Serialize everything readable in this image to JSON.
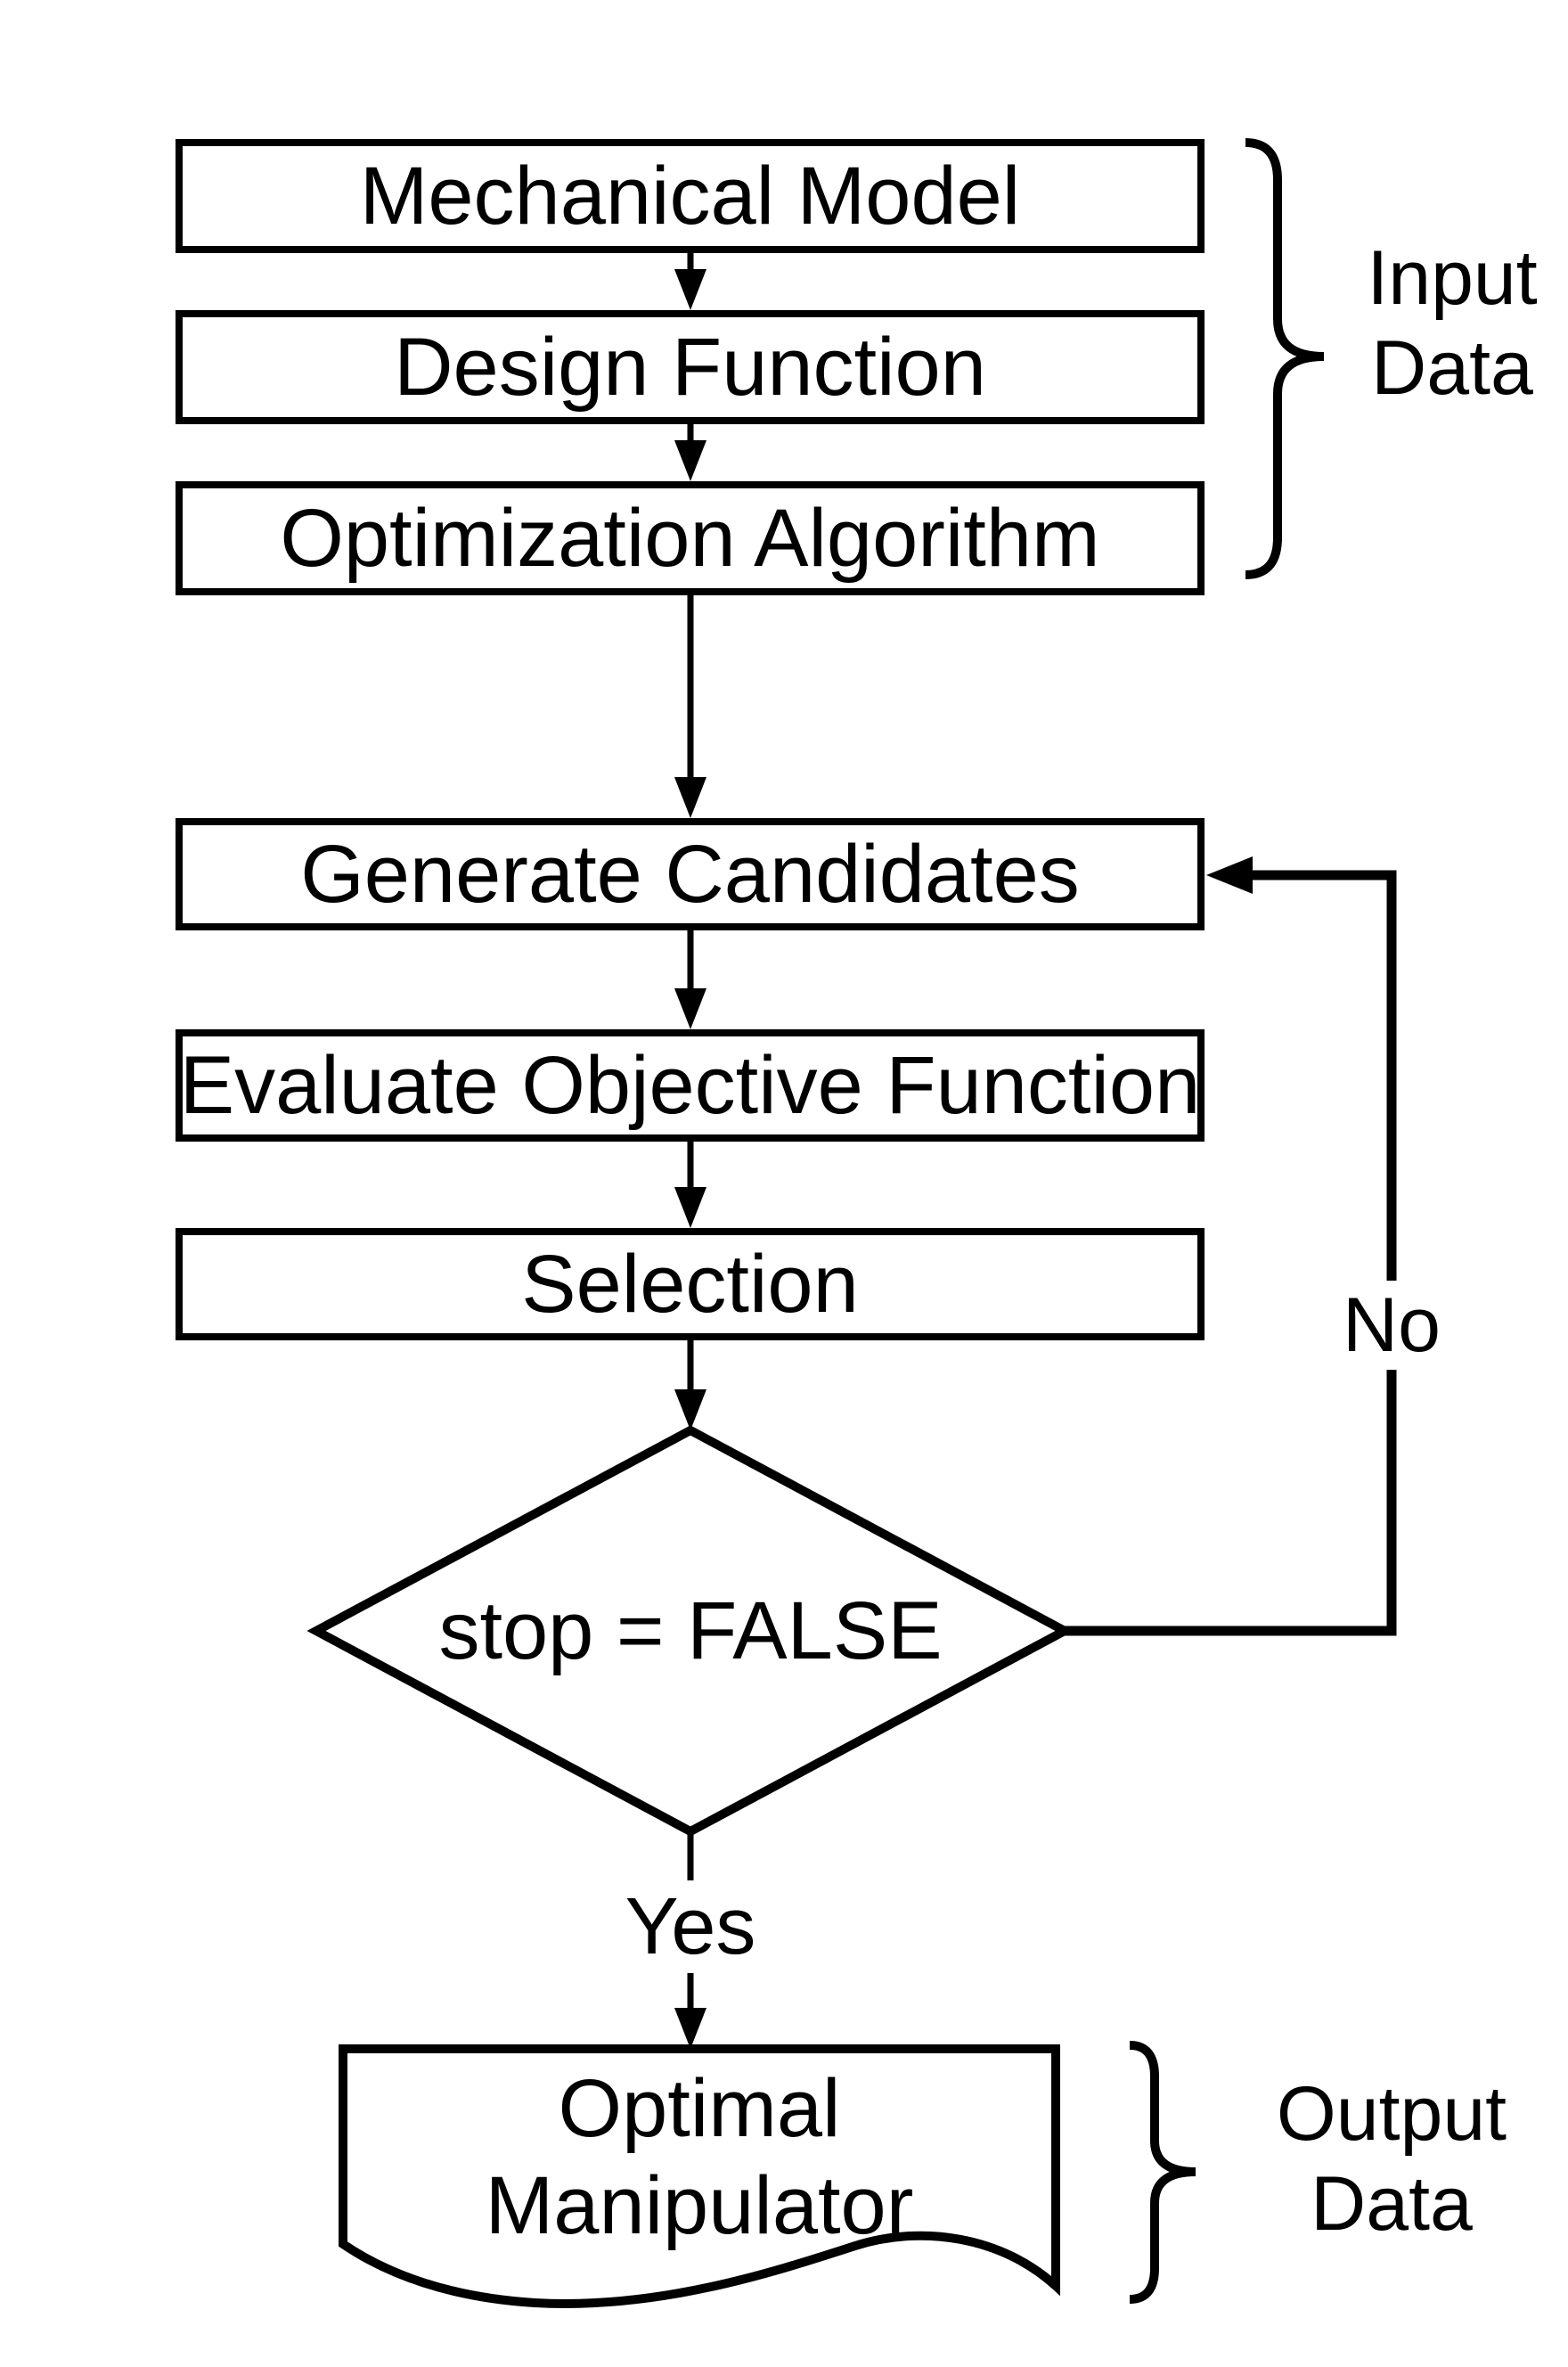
{
  "palette": {
    "stroke": "#000000",
    "fill": "#ffffff",
    "text": "#000000",
    "background": "#ffffff"
  },
  "flowchart": {
    "nodes": {
      "mechanical_model": "Mechanical Model",
      "design_function": "Design Function",
      "optimization_algorithm": "Optimization Algorithm",
      "generate_candidates": "Generate Candidates",
      "evaluate_objective_function": "Evaluate Objective Function",
      "selection": "Selection",
      "decision": "stop = FALSE",
      "output_document": "Optimal Manipulator"
    },
    "edge_labels": {
      "no": "No",
      "yes": "Yes"
    },
    "annotations": {
      "input_group": "Input\nData",
      "output_group": "Output\nData"
    }
  }
}
